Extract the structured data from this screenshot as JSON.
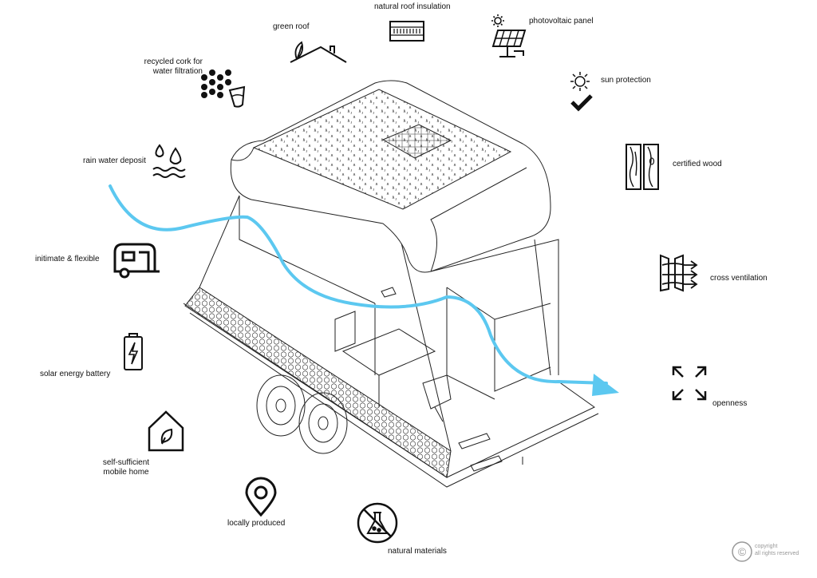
{
  "labels": {
    "green_roof": "green roof",
    "roof_insulation": "natural roof insulation",
    "pv_panel": "photovoltaic panel",
    "cork": "recycled cork for\nwater filtration",
    "sun_protection": "sun protection",
    "rain_water": "rain water deposit",
    "certified_wood": "certified wood",
    "intimate": "initimate & flexible",
    "cross_ventilation": "cross ventilation",
    "battery": "solar energy battery",
    "openness": "openness",
    "self_sufficient": "self-sufficient\nmobile home",
    "locally_produced": "locally produced",
    "natural_materials": "natural materials"
  },
  "copyright": {
    "symbol": "©",
    "line1": "copyright",
    "line2": "all rights reserved"
  },
  "colors": {
    "ink": "#111111",
    "airflow": "#5cc8f0",
    "muted": "#999999"
  },
  "icons": [
    "green-roof-icon",
    "insulation-icon",
    "solar-panel-icon",
    "cork-filter-icon",
    "sun-protection-icon",
    "rain-water-icon",
    "wood-icon",
    "caravan-icon",
    "ventilation-icon",
    "battery-icon",
    "openness-icon",
    "home-leaf-icon",
    "location-pin-icon",
    "no-chemicals-icon"
  ]
}
